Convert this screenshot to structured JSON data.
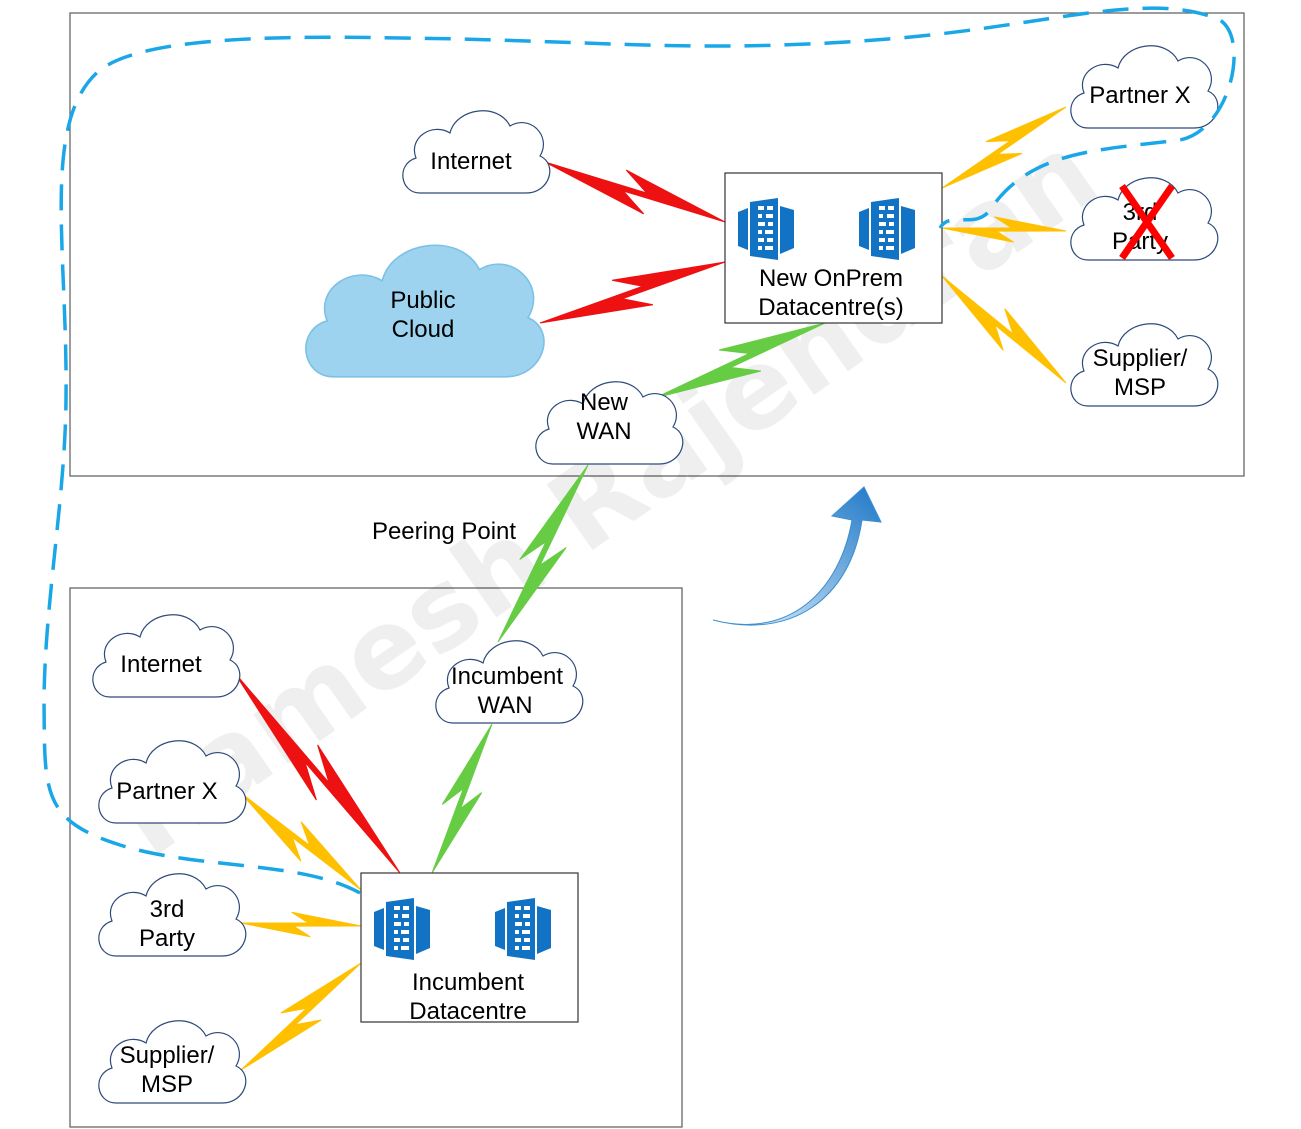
{
  "colors": {
    "internet_link": "#ee1111",
    "partner_link": "#ffc000",
    "wan_link": "#66cc44",
    "loop": "#1aa7e8",
    "cloud_fill": "#9dd3ef",
    "building": "#1273c4",
    "cross": "#ff0000"
  },
  "new_site": {
    "datacentre": "New OnPrem Datacentre(s)",
    "datacentre_lines": [
      "New OnPrem",
      "Datacentre(s)"
    ],
    "internet": "Internet",
    "public_cloud": [
      "Public",
      "Cloud"
    ],
    "wan": [
      "New",
      "WAN"
    ],
    "partner_x": "Partner X",
    "third_party": [
      "3rd",
      "Party"
    ],
    "supplier": [
      "Supplier/",
      "MSP"
    ]
  },
  "incumbent_site": {
    "datacentre_lines": [
      "Incumbent",
      "Datacentre"
    ],
    "internet": "Internet",
    "wan": [
      "Incumbent",
      "WAN"
    ],
    "partner_x": "Partner X",
    "third_party": [
      "3rd",
      "Party"
    ],
    "supplier": [
      "Supplier/",
      "MSP"
    ]
  },
  "peering_label": "Peering Point",
  "watermark": "Ramesh Rajendran",
  "links": [
    {
      "from": "new_internet",
      "to": "new_dc",
      "type": "internet_link"
    },
    {
      "from": "public_cloud",
      "to": "new_dc",
      "type": "internet_link"
    },
    {
      "from": "new_dc",
      "to": "new_partner",
      "type": "partner_link"
    },
    {
      "from": "new_dc",
      "to": "new_third",
      "type": "partner_link"
    },
    {
      "from": "new_dc",
      "to": "new_supplier",
      "type": "partner_link"
    },
    {
      "from": "new_dc",
      "to": "new_wan",
      "type": "wan_link"
    },
    {
      "from": "new_wan",
      "to": "inc_wan",
      "type": "wan_link"
    },
    {
      "from": "inc_wan",
      "to": "inc_dc",
      "type": "wan_link"
    },
    {
      "from": "inc_internet",
      "to": "inc_dc",
      "type": "internet_link"
    },
    {
      "from": "inc_partner",
      "to": "inc_dc",
      "type": "partner_link"
    },
    {
      "from": "inc_third",
      "to": "inc_dc",
      "type": "partner_link"
    },
    {
      "from": "inc_supplier",
      "to": "inc_dc",
      "type": "partner_link"
    }
  ]
}
